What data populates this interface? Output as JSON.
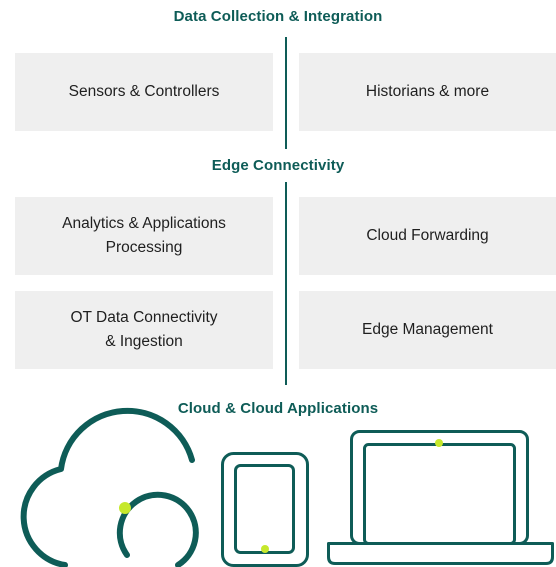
{
  "sections": {
    "collection": {
      "title": "Data Collection & Integration",
      "boxes": [
        "Sensors & Controllers",
        "Historians & more"
      ]
    },
    "edge": {
      "title": "Edge Connectivity",
      "boxes": [
        "Analytics & Applications\nProcessing",
        "Cloud Forwarding",
        "OT Data Connectivity\n& Ingestion",
        "Edge Management"
      ]
    },
    "cloud": {
      "title": "Cloud & Cloud Applications"
    }
  },
  "icons": [
    "cloud-icon",
    "tablet-icon",
    "laptop-icon"
  ],
  "colors": {
    "primary": "#0e5c57",
    "accent": "#c6e82c",
    "box_fill": "#efefef",
    "text": "#1f1f1f"
  }
}
